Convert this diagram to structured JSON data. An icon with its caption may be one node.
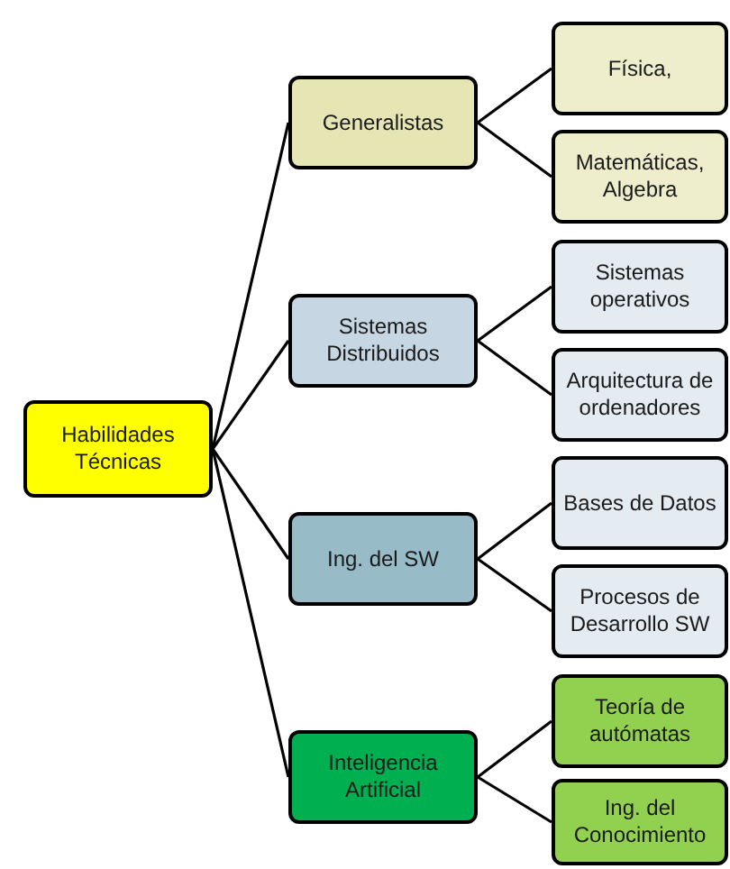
{
  "diagram": {
    "nodes": [
      {
        "text": [
          "Habilidades Técnicas"
        ]
      },
      {
        "text": [
          "Generalistas"
        ]
      },
      {
        "text": [
          "Física,"
        ]
      },
      {
        "text": [
          "Matemáticas, Algebra"
        ]
      },
      {
        "text": [
          "Sistemas Distribuidos"
        ]
      },
      {
        "text": [
          "Sistemas operativos"
        ]
      },
      {
        "text": [
          "Arquitectura de ordenadores"
        ]
      },
      {
        "text": [
          "Ing. del SW"
        ]
      },
      {
        "text": [
          "Bases de Datos"
        ]
      },
      {
        "text": [
          "Procesos de Desarrollo SW"
        ]
      },
      {
        "text": [
          "Inteligencia Artificial"
        ]
      },
      {
        "text": [
          "Teoría de autómatas"
        ]
      },
      {
        "text": [
          "Ing. del Conocimiento"
        ]
      }
    ],
    "edges": [
      {
        "from": 0,
        "to": 1,
        "arrow": "none"
      },
      {
        "from": 0,
        "to": 4,
        "arrow": "none"
      },
      {
        "from": 0,
        "to": 7,
        "arrow": "none"
      },
      {
        "from": 0,
        "to": 10,
        "arrow": "none"
      },
      {
        "from": 1,
        "to": 2,
        "arrow": "none"
      },
      {
        "from": 1,
        "to": 3,
        "arrow": "none"
      },
      {
        "from": 4,
        "to": 5,
        "arrow": "none"
      },
      {
        "from": 4,
        "to": 6,
        "arrow": "none"
      },
      {
        "from": 7,
        "to": 8,
        "arrow": "none"
      },
      {
        "from": 7,
        "to": 9,
        "arrow": "none"
      },
      {
        "from": 10,
        "to": 11,
        "arrow": "none"
      },
      {
        "from": 10,
        "to": 12,
        "arrow": "none"
      }
    ]
  }
}
